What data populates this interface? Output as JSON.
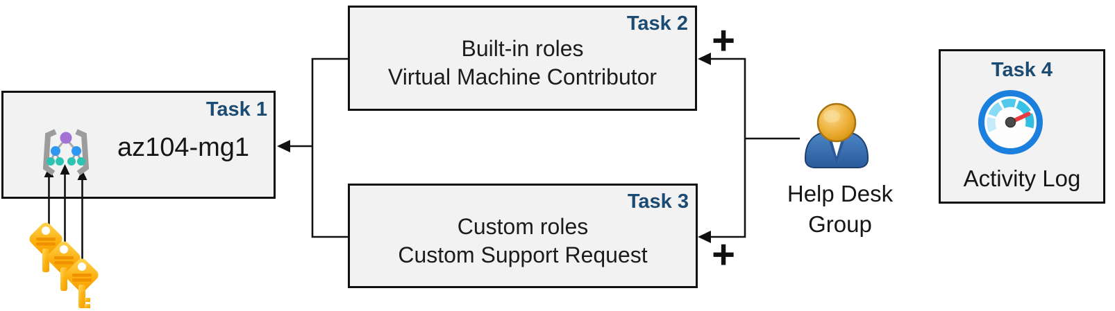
{
  "boxes": {
    "task1": {
      "label": "Task 1",
      "title": "az104-mg1"
    },
    "task2": {
      "label": "Task 2",
      "line1": "Built-in roles",
      "line2": "Virtual Machine Contributor"
    },
    "task3": {
      "label": "Task 3",
      "line1": "Custom roles",
      "line2": "Custom Support Request"
    },
    "task4": {
      "label": "Task 4",
      "caption": "Activity Log"
    }
  },
  "actors": {
    "help_desk": {
      "label": "Help Desk Group"
    }
  },
  "symbols": {
    "plus": "+"
  },
  "icons": {
    "management_group": "management-group-icon",
    "keys": "keys-icon",
    "user": "user-icon",
    "gauge": "gauge-icon"
  },
  "colors": {
    "task_label_blue": "#1b4a73",
    "box_fill": "#f2f2f2",
    "box_border": "#101010",
    "connector": "#111111",
    "key_gold": "#fcb110",
    "key_stripe": "#ef9100",
    "person_blue": "#2d5e9d",
    "person_head_gold": "#e8a832",
    "gauge_ring_blue": "#1b7fdd",
    "gauge_needle_red": "#e83c40",
    "node_purple": "#a471d6",
    "node_blue": "#2e97f2",
    "node_teal": "#2cc3b2"
  }
}
